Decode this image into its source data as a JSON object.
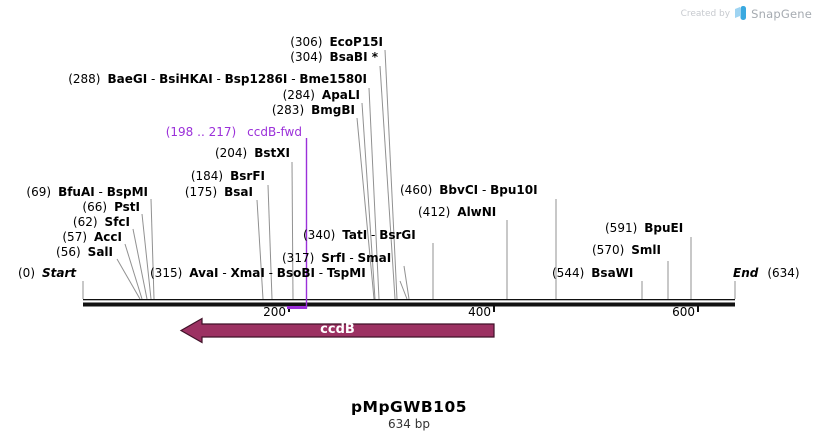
{
  "credit": {
    "created_by": "Created by",
    "brand": "SnapGene"
  },
  "plasmid": {
    "name": "pMpGWB105",
    "length_label": "634 bp",
    "length_bp": 634,
    "start_label": "Start",
    "start_pos": "(0)",
    "end_label": "End",
    "end_pos": "(634)"
  },
  "axis": {
    "ticks": [
      "200",
      "400",
      "600"
    ]
  },
  "features": [
    {
      "name": "ccdB",
      "direction": "left",
      "color": "#9C3162"
    }
  ],
  "primers": [
    {
      "pos_label": "(198 .. 217)",
      "name": "ccdB-fwd",
      "color": "#9B30D9"
    }
  ],
  "enzyme_sites": [
    {
      "bp": 306,
      "pos_label": "(306)",
      "names": [
        "EcoP15I"
      ]
    },
    {
      "bp": 304,
      "pos_label": "(304)",
      "names": [
        "BsaBI *"
      ]
    },
    {
      "bp": 288,
      "pos_label": "(288)",
      "names": [
        "BaeGI",
        "BsiHKAI",
        "Bsp1286I",
        "Bme1580I"
      ]
    },
    {
      "bp": 284,
      "pos_label": "(284)",
      "names": [
        "ApaLI"
      ]
    },
    {
      "bp": 283,
      "pos_label": "(283)",
      "names": [
        "BmgBI"
      ]
    },
    {
      "bp": 204,
      "pos_label": "(204)",
      "names": [
        "BstXI"
      ]
    },
    {
      "bp": 184,
      "pos_label": "(184)",
      "names": [
        "BsrFI"
      ]
    },
    {
      "bp": 175,
      "pos_label": "(175)",
      "names": [
        "BsaI"
      ]
    },
    {
      "bp": 69,
      "pos_label": "(69)",
      "names": [
        "BfuAI",
        "BspMI"
      ]
    },
    {
      "bp": 66,
      "pos_label": "(66)",
      "names": [
        "PstI"
      ]
    },
    {
      "bp": 62,
      "pos_label": "(62)",
      "names": [
        "SfcI"
      ]
    },
    {
      "bp": 57,
      "pos_label": "(57)",
      "names": [
        "AccI"
      ]
    },
    {
      "bp": 56,
      "pos_label": "(56)",
      "names": [
        "SalI"
      ]
    },
    {
      "bp": 315,
      "pos_label": "(315)",
      "names": [
        "AvaI",
        "XmaI",
        "BsoBI",
        "TspMI"
      ]
    },
    {
      "bp": 317,
      "pos_label": "(317)",
      "names": [
        "SrfI",
        "SmaI"
      ]
    },
    {
      "bp": 340,
      "pos_label": "(340)",
      "names": [
        "TatI",
        "BsrGI"
      ]
    },
    {
      "bp": 460,
      "pos_label": "(460)",
      "names": [
        "BbvCI",
        "Bpu10I"
      ]
    },
    {
      "bp": 412,
      "pos_label": "(412)",
      "names": [
        "AlwNI"
      ]
    },
    {
      "bp": 591,
      "pos_label": "(591)",
      "names": [
        "BpuEI"
      ]
    },
    {
      "bp": 570,
      "pos_label": "(570)",
      "names": [
        "SmlI"
      ]
    },
    {
      "bp": 544,
      "pos_label": "(544)",
      "names": [
        "BsaWI"
      ]
    }
  ]
}
